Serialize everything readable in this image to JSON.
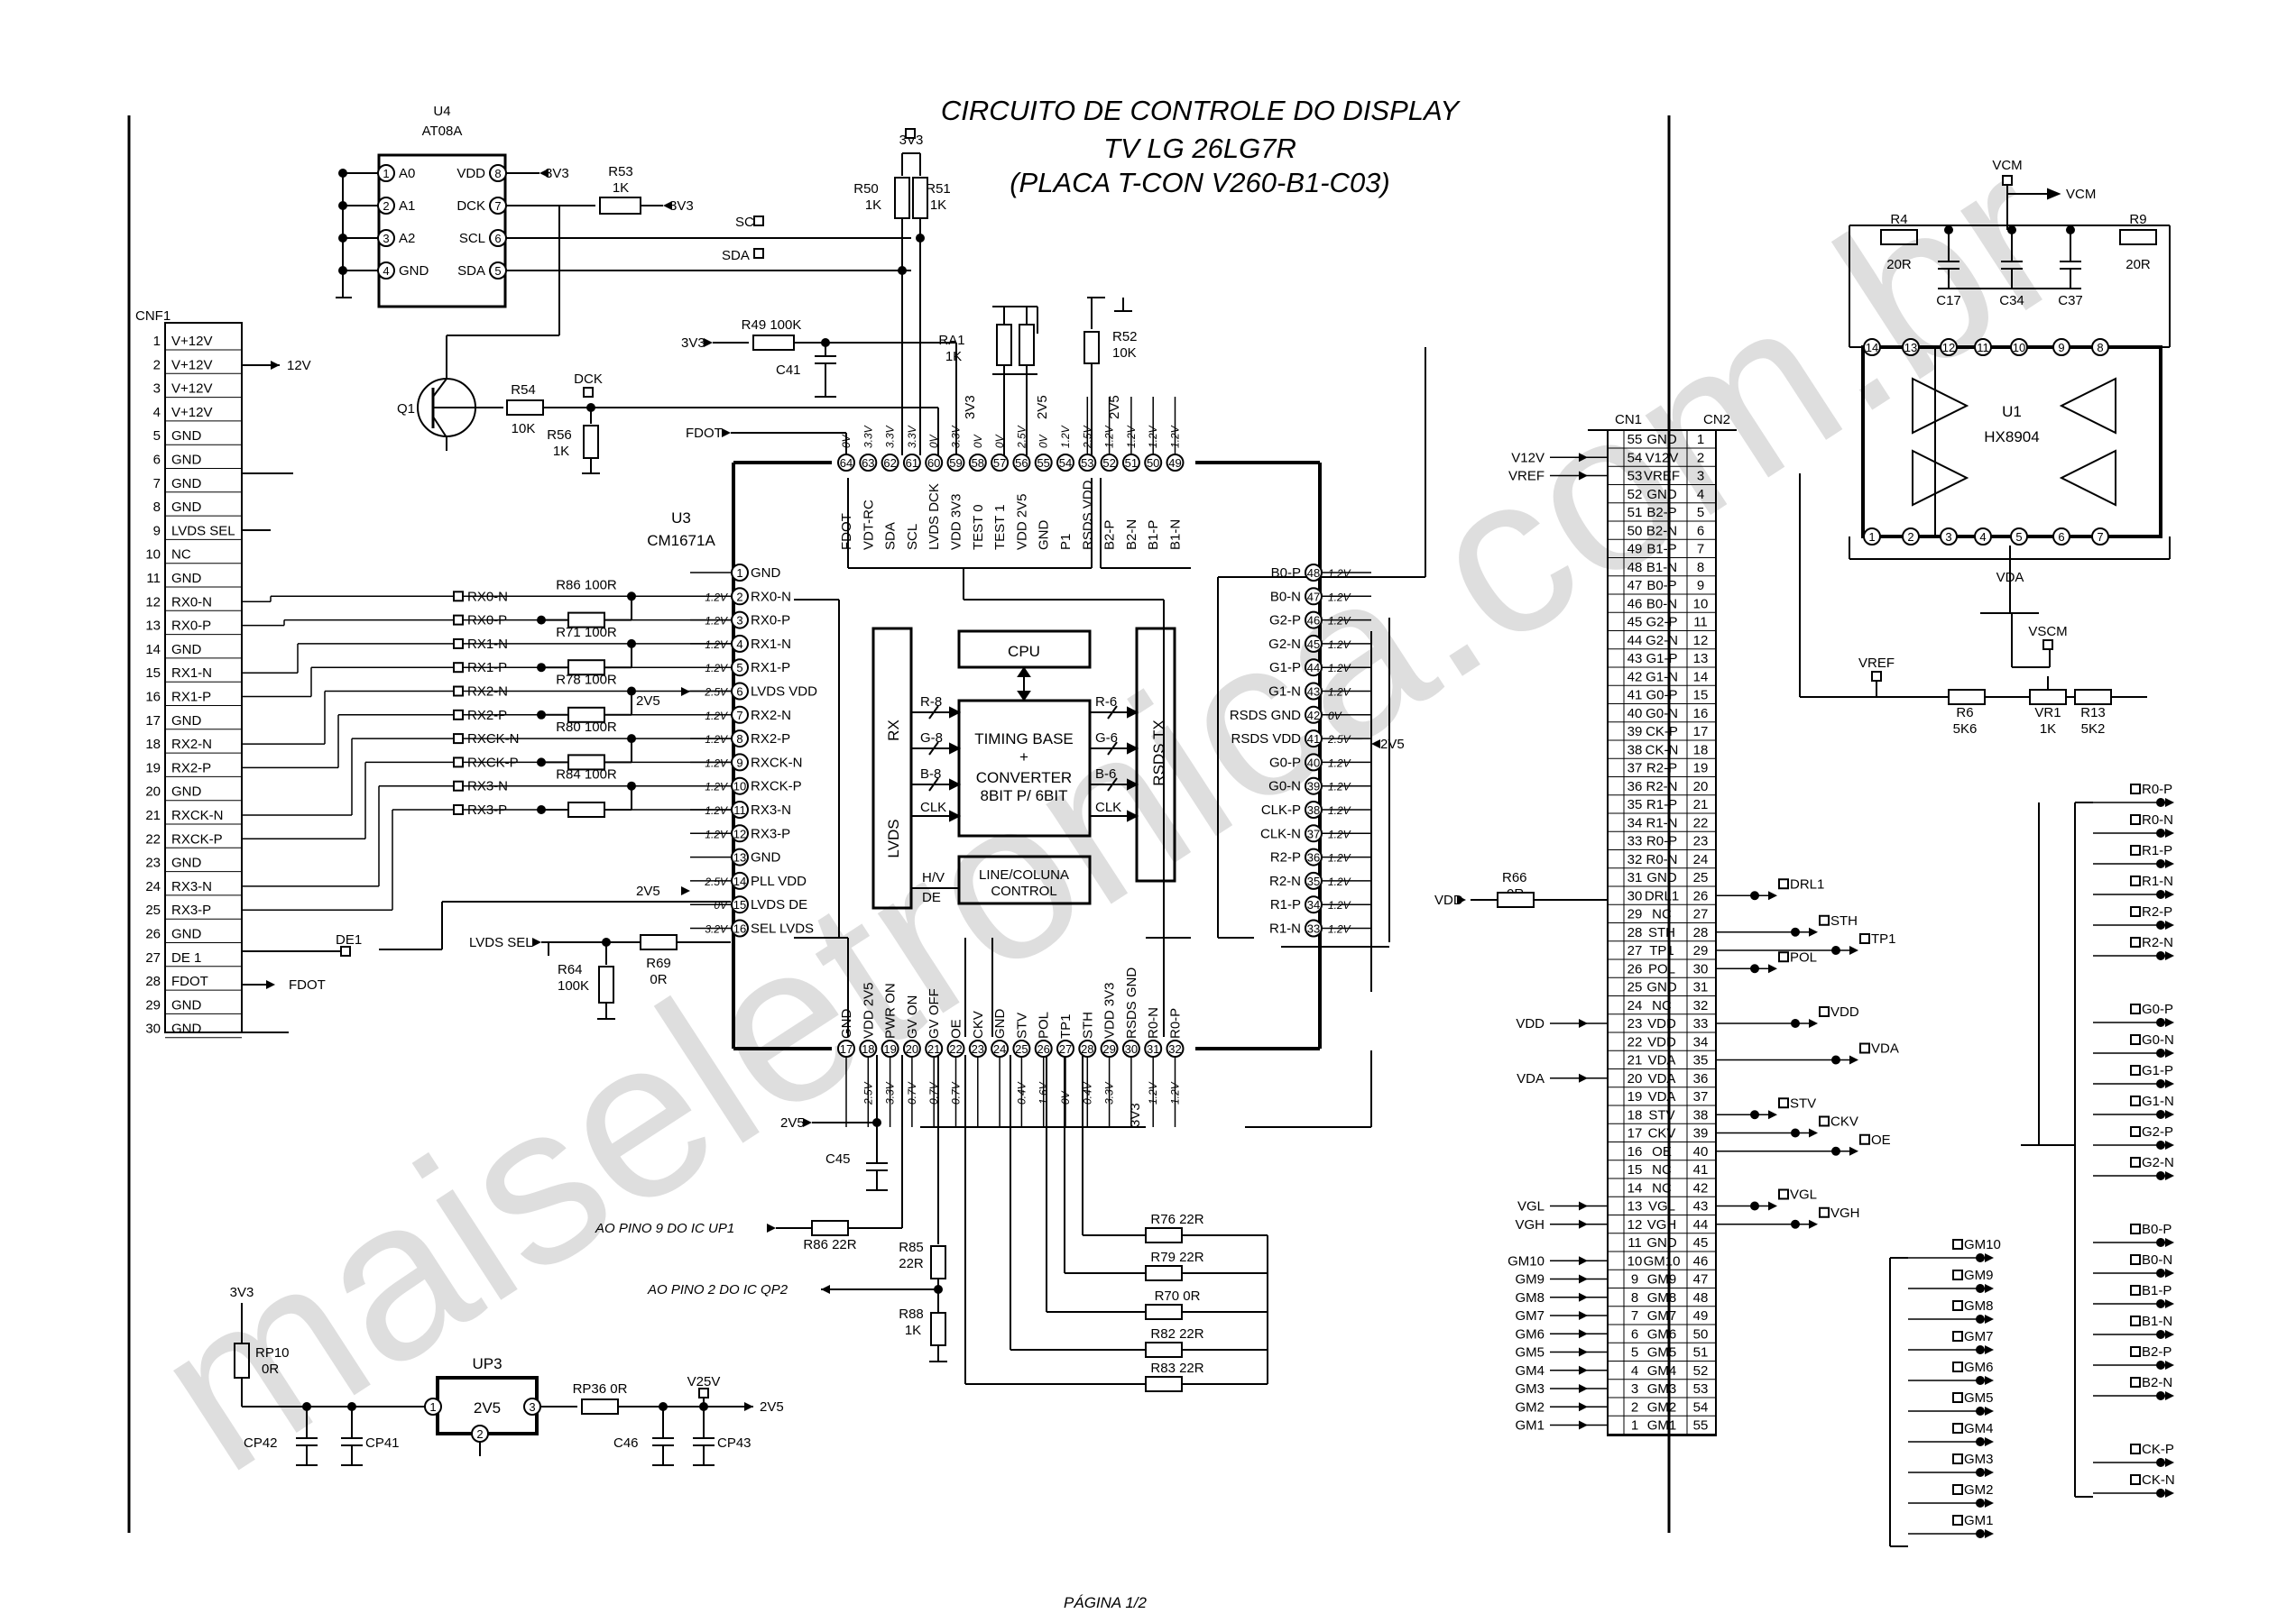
{
  "title": {
    "line1": "CIRCUITO DE CONTROLE DO DISPLAY",
    "line2": "TV LG 26LG7R",
    "line3": "(PLACA T-CON V260-B1-C03)"
  },
  "footer": "PÁGINA 1/2",
  "watermark": "maiseletronica.com.br",
  "u4": {
    "ref": "U4",
    "part": "AT08A",
    "pins": [
      {
        "n": "1",
        "name": "A0"
      },
      {
        "n": "2",
        "name": "A1"
      },
      {
        "n": "3",
        "name": "A2"
      },
      {
        "n": "4",
        "name": "GND"
      },
      {
        "n": "8",
        "name": "VDD"
      },
      {
        "n": "7",
        "name": "DCK"
      },
      {
        "n": "6",
        "name": "SCL"
      },
      {
        "n": "5",
        "name": "SDA"
      }
    ],
    "vdd_net": "3V3"
  },
  "top_left": {
    "r53": "R53",
    "r53v": "1K",
    "r53_net": "3V3",
    "r50": "R50",
    "r50v": "1K",
    "r51": "R51",
    "r51v": "1K",
    "pull_net": "3V3",
    "scl": "SCL",
    "sda": "SDA",
    "r49": "R49 100K",
    "r49_net": "3V3",
    "c41": "C41",
    "q1": "Q1",
    "r54": "R54",
    "r54v": "10K",
    "dck": "DCK",
    "r56": "R56",
    "r56v": "1K",
    "fdot": "FDOT",
    "ra1": "RA1",
    "ra1v": "1K",
    "r52": "R52",
    "r52v": "10K"
  },
  "cnf1": {
    "ref": "CNF1",
    "pins": [
      "V+12V",
      "V+12V",
      "V+12V",
      "V+12V",
      "GND",
      "GND",
      "GND",
      "GND",
      "LVDS SEL",
      "NC",
      "GND",
      "RX0-N",
      "RX0-P",
      "GND",
      "RX1-N",
      "RX1-P",
      "GND",
      "RX2-N",
      "RX2-P",
      "GND",
      "RXCK-N",
      "RXCK-P",
      "GND",
      "RX3-N",
      "RX3-P",
      "GND",
      "DE 1",
      "FDOT",
      "GND",
      "GND"
    ],
    "net_12v": "12V",
    "net_fdot": "FDOT",
    "de1": "DE1"
  },
  "series_resistors": [
    {
      "name": "R86 100R",
      "a": "RX0-N",
      "b": "RX0-P"
    },
    {
      "name": "R71 100R",
      "a": "RX1-N",
      "b": "RX1-P"
    },
    {
      "name": "R78 100R",
      "a": "RX2-N",
      "b": "RX2-P"
    },
    {
      "name": "R80 100R",
      "a": "RXCK-N",
      "b": "RXCK-P"
    },
    {
      "name": "R84 100R",
      "a": "RX3-N",
      "b": "RX3-P"
    }
  ],
  "u3": {
    "ref": "U3",
    "part": "CM1671A",
    "left_pins": [
      {
        "n": "1",
        "name": "GND",
        "v": ""
      },
      {
        "n": "2",
        "name": "RX0-N",
        "v": "1.2V"
      },
      {
        "n": "3",
        "name": "RX0-P",
        "v": "1.2V"
      },
      {
        "n": "4",
        "name": "RX1-N",
        "v": "1.2V"
      },
      {
        "n": "5",
        "name": "RX1-P",
        "v": "1.2V"
      },
      {
        "n": "6",
        "name": "LVDS VDD",
        "v": "2.5V"
      },
      {
        "n": "7",
        "name": "RX2-N",
        "v": "1.2V"
      },
      {
        "n": "8",
        "name": "RX2-P",
        "v": "1.2V"
      },
      {
        "n": "9",
        "name": "RXCK-N",
        "v": "1.2V"
      },
      {
        "n": "10",
        "name": "RXCK-P",
        "v": "1.2V"
      },
      {
        "n": "11",
        "name": "RX3-N",
        "v": "1.2V"
      },
      {
        "n": "12",
        "name": "RX3-P",
        "v": "1.2V"
      },
      {
        "n": "13",
        "name": "GND",
        "v": ""
      },
      {
        "n": "14",
        "name": "PLL VDD",
        "v": "2.5V"
      },
      {
        "n": "15",
        "name": "LVDS DE",
        "v": "0V"
      },
      {
        "n": "16",
        "name": "SEL LVDS",
        "v": "3.2V"
      }
    ],
    "right_pins": [
      {
        "n": "48",
        "name": "B0-P",
        "v": "1.2V"
      },
      {
        "n": "47",
        "name": "B0-N",
        "v": "1.2V"
      },
      {
        "n": "46",
        "name": "G2-P",
        "v": "1.2V"
      },
      {
        "n": "45",
        "name": "G2-N",
        "v": "1.2V"
      },
      {
        "n": "44",
        "name": "G1-P",
        "v": "1.2V"
      },
      {
        "n": "43",
        "name": "G1-N",
        "v": "1.2V"
      },
      {
        "n": "42",
        "name": "RSDS GND",
        "v": "0V"
      },
      {
        "n": "41",
        "name": "RSDS VDD",
        "v": "2.5V"
      },
      {
        "n": "40",
        "name": "G0-P",
        "v": "1.2V"
      },
      {
        "n": "39",
        "name": "G0-N",
        "v": "1.2V"
      },
      {
        "n": "38",
        "name": "CLK-P",
        "v": "1.2V"
      },
      {
        "n": "37",
        "name": "CLK-N",
        "v": "1.2V"
      },
      {
        "n": "36",
        "name": "R2-P",
        "v": "1.2V"
      },
      {
        "n": "35",
        "name": "R2-N",
        "v": "1.2V"
      },
      {
        "n": "34",
        "name": "R1-P",
        "v": "1.2V"
      },
      {
        "n": "33",
        "name": "R1-N",
        "v": "1.2V"
      }
    ],
    "top_pins": [
      {
        "n": "64",
        "name": "FDOT",
        "v": "0V"
      },
      {
        "n": "63",
        "name": "VDT-RC",
        "v": "3.3V"
      },
      {
        "n": "62",
        "name": "SDA",
        "v": "3.3V"
      },
      {
        "n": "61",
        "name": "SCL",
        "v": "3.3V"
      },
      {
        "n": "60",
        "name": "LVDS DCK",
        "v": "0V"
      },
      {
        "n": "59",
        "name": "VDD 3V3",
        "v": "3.3V"
      },
      {
        "n": "58",
        "name": "TEST 0",
        "v": "0V"
      },
      {
        "n": "57",
        "name": "TEST 1",
        "v": "0V"
      },
      {
        "n": "56",
        "name": "VDD 2V5",
        "v": "2.5V"
      },
      {
        "n": "55",
        "name": "GND",
        "v": "0V"
      },
      {
        "n": "54",
        "name": "P1",
        "v": "1.2V"
      },
      {
        "n": "53",
        "name": "RSDS VDD",
        "v": "2.5V"
      },
      {
        "n": "52",
        "name": "B2-P",
        "v": "1.2V"
      },
      {
        "n": "51",
        "name": "B2-N",
        "v": "1.2V"
      },
      {
        "n": "50",
        "name": "B1-P",
        "v": "1.2V"
      },
      {
        "n": "49",
        "name": "B1-N",
        "v": "1.2V"
      }
    ],
    "bottom_pins": [
      {
        "n": "17",
        "name": "GND",
        "v": ""
      },
      {
        "n": "18",
        "name": "VDD 2V5",
        "v": "2.5V"
      },
      {
        "n": "19",
        "name": "PWR ON",
        "v": "3.3V"
      },
      {
        "n": "20",
        "name": "GV ON",
        "v": "0.7V"
      },
      {
        "n": "21",
        "name": "GV OFF",
        "v": "0.7V"
      },
      {
        "n": "22",
        "name": "OE",
        "v": "0.7V"
      },
      {
        "n": "23",
        "name": "CKV",
        "v": ""
      },
      {
        "n": "24",
        "name": "GND",
        "v": ""
      },
      {
        "n": "25",
        "name": "STV",
        "v": "0.4V"
      },
      {
        "n": "26",
        "name": "POL",
        "v": "1.6V"
      },
      {
        "n": "27",
        "name": "TP1",
        "v": "0V"
      },
      {
        "n": "28",
        "name": "STH",
        "v": "0.4V"
      },
      {
        "n": "29",
        "name": "VDD 3V3",
        "v": "3.3V"
      },
      {
        "n": "30",
        "name": "RSDS GND",
        "v": ""
      },
      {
        "n": "31",
        "name": "R0-N",
        "v": "1.2V"
      },
      {
        "n": "32",
        "name": "R0-P",
        "v": "1.2V"
      }
    ],
    "nets": {
      "top_3v3": "3V3",
      "top_2v5a": "2V5",
      "top_2v5b": "2V5",
      "bot_3v3": "3V3",
      "net_2v5": "2V5",
      "net_2v5_right": "2V5",
      "net_2v5_pin6": "2V5",
      "net_2v5_pin14": "2V5"
    }
  },
  "u3_internal": {
    "cpu": "CPU",
    "rx": "RX",
    "lvds": "LVDS",
    "rsds": "RSDS TX",
    "timing1": "TIMING BASE",
    "timing2": "+",
    "timing3": "CONVERTER",
    "timing4": "8BIT P/ 6BIT",
    "line1": "LINE/COLUNA",
    "line2": "CONTROL",
    "r8": "R-8",
    "g8": "G-8",
    "b8": "B-8",
    "clk": "CLK",
    "hv": "H/V",
    "de": "DE",
    "r6": "R-6",
    "g6": "G-6",
    "b6": "B-6",
    "clk2": "CLK"
  },
  "lower_left": {
    "lvds_sel": "LVDS SEL",
    "r64": "R64",
    "r64v": "100K",
    "r69": "R69",
    "r69v": "0R",
    "c45": "C45",
    "net_2v5": "2V5",
    "up1": "AO PINO 9  DO IC UP1",
    "r86b": "R86 22R",
    "qp2": "AO PINO 2 DO IC QP2",
    "r85": "R85",
    "r85v": "22R",
    "r88": "R88",
    "r88v": "1K",
    "r76": "R76 22R",
    "r79": "R79 22R",
    "r70": "R70  0R",
    "r82": "R82 22R",
    "r83": "R83 22R"
  },
  "regulator": {
    "net_3v3": "3V3",
    "rp10": "RP10",
    "rp10v": "0R",
    "up3": "UP3",
    "up3v": "2V5",
    "cp42": "CP42",
    "cp41": "CP41",
    "rp36": "RP36 0R",
    "v25v": "V25V",
    "out": "2V5",
    "c46": "C46",
    "cp43": "CP43",
    "p1": "1",
    "p2": "2",
    "p3": "3"
  },
  "connector": {
    "cn1": "CN1",
    "cn2": "CN2",
    "rows": [
      {
        "l": "55",
        "name": "GND",
        "r": "1"
      },
      {
        "l": "54",
        "name": "V12V",
        "r": "2"
      },
      {
        "l": "53",
        "name": "VREF",
        "r": "3"
      },
      {
        "l": "52",
        "name": "GND",
        "r": "4"
      },
      {
        "l": "51",
        "name": "B2-P",
        "r": "5"
      },
      {
        "l": "50",
        "name": "B2-N",
        "r": "6"
      },
      {
        "l": "49",
        "name": "B1-P",
        "r": "7"
      },
      {
        "l": "48",
        "name": "B1-N",
        "r": "8"
      },
      {
        "l": "47",
        "name": "B0-P",
        "r": "9"
      },
      {
        "l": "46",
        "name": "B0-N",
        "r": "10"
      },
      {
        "l": "45",
        "name": "G2-P",
        "r": "11"
      },
      {
        "l": "44",
        "name": "G2-N",
        "r": "12"
      },
      {
        "l": "43",
        "name": "G1-P",
        "r": "13"
      },
      {
        "l": "42",
        "name": "G1-N",
        "r": "14"
      },
      {
        "l": "41",
        "name": "G0-P",
        "r": "15"
      },
      {
        "l": "40",
        "name": "G0-N",
        "r": "16"
      },
      {
        "l": "39",
        "name": "CK-P",
        "r": "17"
      },
      {
        "l": "38",
        "name": "CK-N",
        "r": "18"
      },
      {
        "l": "37",
        "name": "R2-P",
        "r": "19"
      },
      {
        "l": "36",
        "name": "R2-N",
        "r": "20"
      },
      {
        "l": "35",
        "name": "R1-P",
        "r": "21"
      },
      {
        "l": "34",
        "name": "R1-N",
        "r": "22"
      },
      {
        "l": "33",
        "name": "R0-P",
        "r": "23"
      },
      {
        "l": "32",
        "name": "R0-N",
        "r": "24"
      },
      {
        "l": "31",
        "name": "GND",
        "r": "25"
      },
      {
        "l": "30",
        "name": "DRL1",
        "r": "26"
      },
      {
        "l": "29",
        "name": "NC",
        "r": "27"
      },
      {
        "l": "28",
        "name": "STH",
        "r": "28"
      },
      {
        "l": "27",
        "name": "TP1",
        "r": "29"
      },
      {
        "l": "26",
        "name": "POL",
        "r": "30"
      },
      {
        "l": "25",
        "name": "GND",
        "r": "31"
      },
      {
        "l": "24",
        "name": "NC",
        "r": "32"
      },
      {
        "l": "23",
        "name": "VDD",
        "r": "33"
      },
      {
        "l": "22",
        "name": "VDD",
        "r": "34"
      },
      {
        "l": "21",
        "name": "VDA",
        "r": "35"
      },
      {
        "l": "20",
        "name": "VDA",
        "r": "36"
      },
      {
        "l": "19",
        "name": "VDA",
        "r": "37"
      },
      {
        "l": "18",
        "name": "STV",
        "r": "38"
      },
      {
        "l": "17",
        "name": "CKV",
        "r": "39"
      },
      {
        "l": "16",
        "name": "OE",
        "r": "40"
      },
      {
        "l": "15",
        "name": "NC",
        "r": "41"
      },
      {
        "l": "14",
        "name": "NC",
        "r": "42"
      },
      {
        "l": "13",
        "name": "VGL",
        "r": "43"
      },
      {
        "l": "12",
        "name": "VGH",
        "r": "44"
      },
      {
        "l": "11",
        "name": "GND",
        "r": "45"
      },
      {
        "l": "10",
        "name": "GM10",
        "r": "46"
      },
      {
        "l": "9",
        "name": "GM9",
        "r": "47"
      },
      {
        "l": "8",
        "name": "GM8",
        "r": "48"
      },
      {
        "l": "7",
        "name": "GM7",
        "r": "49"
      },
      {
        "l": "6",
        "name": "GM6",
        "r": "50"
      },
      {
        "l": "5",
        "name": "GM5",
        "r": "51"
      },
      {
        "l": "4",
        "name": "GM4",
        "r": "52"
      },
      {
        "l": "3",
        "name": "GM3",
        "r": "53"
      },
      {
        "l": "2",
        "name": "GM2",
        "r": "54"
      },
      {
        "l": "1",
        "name": "GM1",
        "r": "55"
      }
    ],
    "left_nets": [
      {
        "row": "54",
        "text": "V12V"
      },
      {
        "row": "53",
        "text": "VREF"
      },
      {
        "row": "23",
        "text": "VDD"
      },
      {
        "row": "20",
        "text": "VDA"
      },
      {
        "row": "13",
        "text": "VGL"
      },
      {
        "row": "12",
        "text": "VGH"
      },
      {
        "row": "10",
        "text": "GM10"
      },
      {
        "row": "9",
        "text": "GM9"
      },
      {
        "row": "8",
        "text": "GM8"
      },
      {
        "row": "7",
        "text": "GM7"
      },
      {
        "row": "6",
        "text": "GM6"
      },
      {
        "row": "5",
        "text": "GM5"
      },
      {
        "row": "4",
        "text": "GM4"
      },
      {
        "row": "3",
        "text": "GM3"
      },
      {
        "row": "2",
        "text": "GM2"
      },
      {
        "row": "1",
        "text": "GM1"
      }
    ],
    "right_tags": [
      {
        "row": "30",
        "text": "DRL1"
      },
      {
        "row": "28",
        "text": "STH"
      },
      {
        "row": "27",
        "text": "TP1"
      },
      {
        "row": "26",
        "text": "POL"
      },
      {
        "row": "23",
        "text": "VDD"
      },
      {
        "row": "21",
        "text": "VDA"
      },
      {
        "row": "18",
        "text": "STV"
      },
      {
        "row": "17",
        "text": "CKV"
      },
      {
        "row": "16",
        "text": "OE"
      },
      {
        "row": "13",
        "text": "VGL"
      },
      {
        "row": "12",
        "text": "VGH"
      }
    ],
    "r66": "R66",
    "r66v": "0R",
    "vdd_in": "VDD"
  },
  "u1": {
    "ref": "U1",
    "part": "HX8904",
    "vcm": "VCM",
    "vcm_out": "VCM",
    "r4": "R4",
    "r4v": "20R",
    "r9": "R9",
    "r9v": "20R",
    "c17": "C17",
    "c34": "C34",
    "c37": "C37",
    "top_pins": [
      "14",
      "13",
      "12",
      "11",
      "10",
      "9",
      "8"
    ],
    "bottom_pins": [
      "1",
      "2",
      "3",
      "4",
      "5",
      "6",
      "7"
    ],
    "vda": "VDA",
    "vscm": "VSCM",
    "vref": "VREF",
    "r6": "R6",
    "r6v": "5K6",
    "vr1": "VR1",
    "vr1v": "1K",
    "r13": "R13",
    "r13v": "5K2"
  },
  "right_bus": {
    "groups": [
      [
        "R0-P",
        "R0-N",
        "R1-P",
        "R1-N",
        "R2-P",
        "R2-N"
      ],
      [
        "G0-P",
        "G0-N",
        "G1-P",
        "G1-N",
        "G2-P",
        "G2-N"
      ],
      [
        "B0-P",
        "B0-N",
        "B1-P",
        "B1-N",
        "B2-P",
        "B2-N"
      ],
      [
        "CK-P",
        "CK-N"
      ]
    ],
    "gm": [
      "GM10",
      "GM9",
      "GM8",
      "GM7",
      "GM6",
      "GM5",
      "GM4",
      "GM3",
      "GM2",
      "GM1"
    ]
  }
}
